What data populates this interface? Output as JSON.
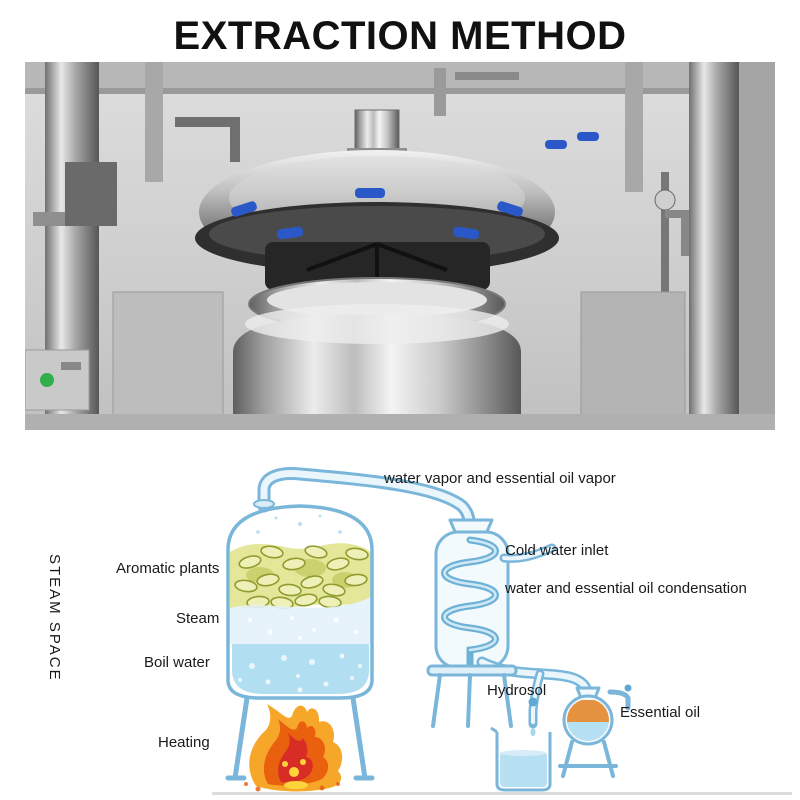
{
  "title": "EXTRACTION METHOD",
  "diagram": {
    "labels": {
      "steam_space": "STEAM SPACE",
      "water_vapor": "water vapor and essential oil vapor",
      "aromatic_plants": "Aromatic plants",
      "steam": "Steam",
      "boil_water": "Boil water",
      "heating": "Heating",
      "cold_water_inlet": "Cold water inlet",
      "condensation": "water and essential oil condensation",
      "hydrosol": "Hydrosol",
      "essential_oil": "Essential oil"
    }
  },
  "colors": {
    "title_color": "#111111",
    "label_color": "#1a1a1a",
    "outline_blue": "#7ab6d9",
    "vessel_fill": "#f3fafd",
    "water_blue": "#a5d8ef",
    "steam_blue": "#e4f2fa",
    "plant_green": "#dfe388",
    "seed_fill": "#eef0b8",
    "seed_stroke": "#8f9c2e",
    "coil_blue": "#5fa8d3",
    "tube_inner": "#eaf6fc",
    "fire_orange": "#f6a21e",
    "fire_red": "#e8590c",
    "fire_deep": "#d62828",
    "fire_yellow": "#ffd43b",
    "oil_orange": "#e2862a"
  }
}
